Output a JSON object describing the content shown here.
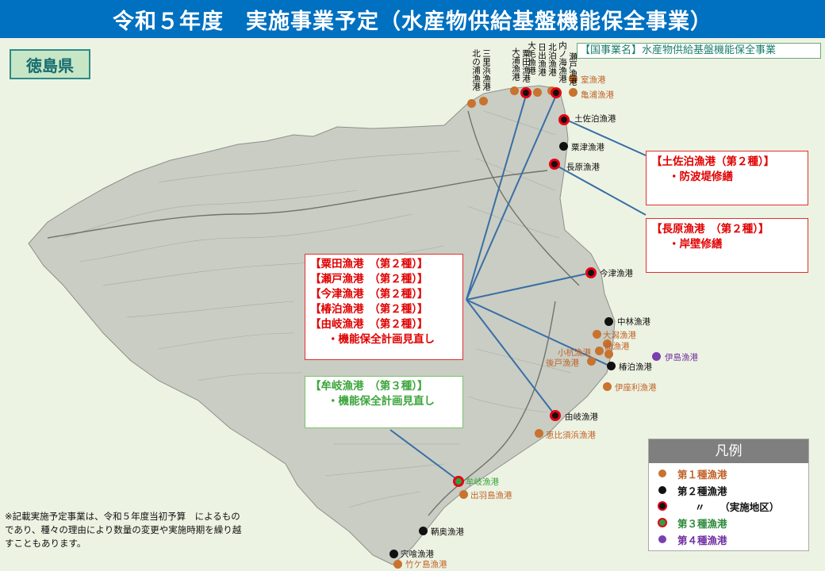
{
  "title": "令和５年度　実施事業予定（水産物供給基盤機能保全事業）",
  "prefecture": "徳島県",
  "project_name": "【国事業名】水産物供給基盤機能保全事業",
  "colors": {
    "title_bar": "#0070c0",
    "type1": "#c8732e",
    "type2": "#111111",
    "implementation_ring": "#e60012",
    "type3": "#2da046",
    "type4": "#7a3fb0",
    "box_red": "#e00000",
    "box_green": "#3ca53c",
    "leader_line": "#3a6ea5",
    "land": "#c9cdc4"
  },
  "callouts": {
    "tosadomari": {
      "title": "【土佐泊漁港（第２種）】",
      "item": "・防波堤修繕"
    },
    "nagahara": {
      "title": "【長原漁港　（第２種）】",
      "item": "・岸壁修繕"
    },
    "group2": {
      "rows": [
        "【粟田漁港　（第２種）】",
        "【瀬戸漁港　（第２種）】",
        "【今津漁港　（第２種）】",
        "【椿泊漁港　（第２種）】",
        "【由岐漁港　（第２種）】"
      ],
      "item": "・機能保全計画見直し"
    },
    "group3": {
      "title": "【牟岐漁港　（第３種）】",
      "item": "・機能保全計画見直し"
    }
  },
  "legend": {
    "title": "凡例",
    "items": [
      {
        "label": "第１種漁港",
        "type": "t1"
      },
      {
        "label": "第２種漁港",
        "type": "t2"
      },
      {
        "label": "〃　　（実施地区）",
        "type": "t2r"
      },
      {
        "label": "第３種漁港",
        "type": "t3"
      },
      {
        "label": "第４種漁港",
        "type": "t4"
      }
    ]
  },
  "note": "※記載実施予定事業は、令和５年度当初予算　によるものであり、種々の理由により数量の変更や実施時期を繰り越すこともあります。",
  "ports": {
    "muro": "室漁港",
    "kameura": "亀浦漁港",
    "tosadomari": "土佐泊漁港",
    "awatsu": "粟津漁港",
    "nagahara": "長原漁港",
    "imazu": "今津漁港",
    "nakabayashi": "中林漁港",
    "ogata": "大潟漁港",
    "magari": "曲漁港",
    "komatsu": "小杭漁港",
    "gotoshi": "後戸漁港",
    "tsubakidomari": "椿泊漁港",
    "iyoshima": "伊島漁港",
    "izari": "伊座利漁港",
    "yuki": "由岐漁港",
    "higashisu": "恵比須浜漁港",
    "mugi": "牟岐漁港",
    "debajima": "出羽島漁港",
    "shingo": "鞆奥漁港",
    "shishikui": "宍喰漁港",
    "takegashima": "竹ケ島漁港",
    "sanbon": "三里浜漁港",
    "kitanada": "北の浦漁港",
    "awata": "粟田漁港",
    "ouraha": "大浦漁港",
    "hiwasaki": "日出漁港",
    "kitadomari": "北泊漁港",
    "uchinoumi": "内ノ海漁港",
    "seto": "瀬戸漁港",
    "oge": "大毛漁港"
  }
}
